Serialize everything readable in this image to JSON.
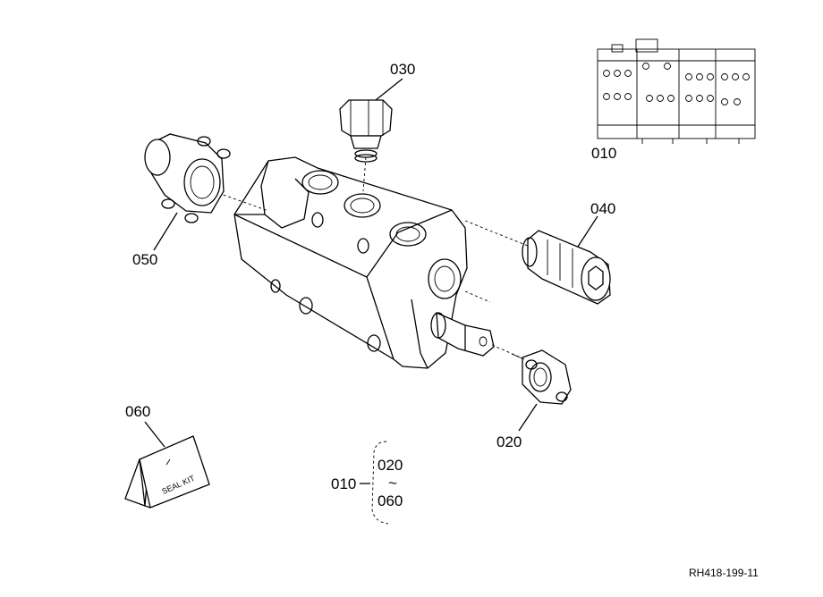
{
  "callouts": {
    "p010_top": "010",
    "p030": "030",
    "p040": "040",
    "p050": "050",
    "p020": "020",
    "p060": "060"
  },
  "bracket": {
    "assembly": "010",
    "range_start": "020",
    "range_sep": "~",
    "range_end": "060"
  },
  "seal_kit_label": "SEAL KIT",
  "drawing_ref": "RH418-199-11"
}
